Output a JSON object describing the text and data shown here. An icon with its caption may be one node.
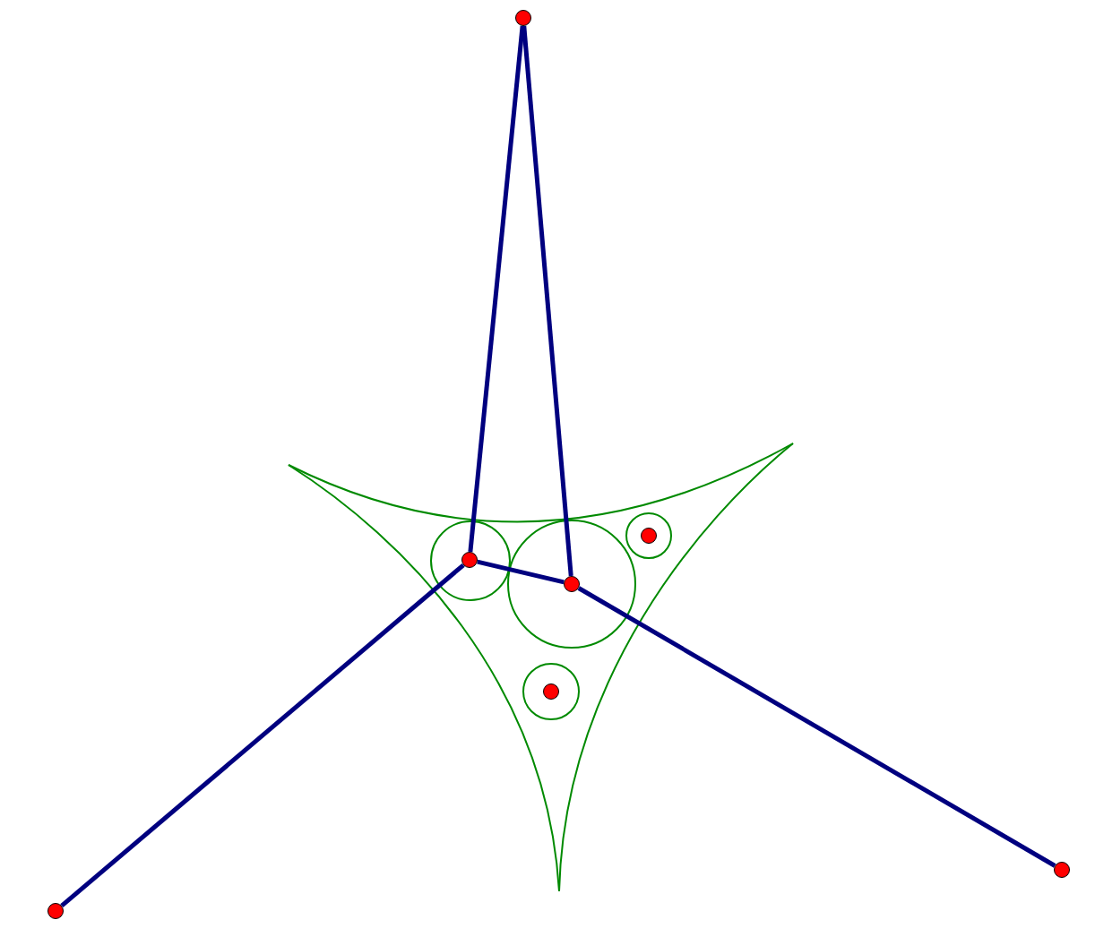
{
  "diagram": {
    "nodes": [
      {
        "text": [],
        "shape": "circle"
      },
      {
        "text": [],
        "shape": "circle"
      },
      {
        "text": [],
        "shape": "circle"
      },
      {
        "text": [],
        "shape": "circle"
      },
      {
        "text": [],
        "shape": "circle"
      },
      {
        "text": [],
        "shape": "circle"
      },
      {
        "text": [],
        "shape": "circle"
      }
    ],
    "edges": [
      {
        "from": 0,
        "to": 2,
        "arrow": "none"
      },
      {
        "from": 0,
        "to": 3,
        "arrow": "none"
      },
      {
        "from": 2,
        "to": 3,
        "arrow": "none"
      },
      {
        "from": 2,
        "to": 6,
        "arrow": "none"
      },
      {
        "from": 3,
        "to": 5,
        "arrow": "none"
      }
    ]
  }
}
